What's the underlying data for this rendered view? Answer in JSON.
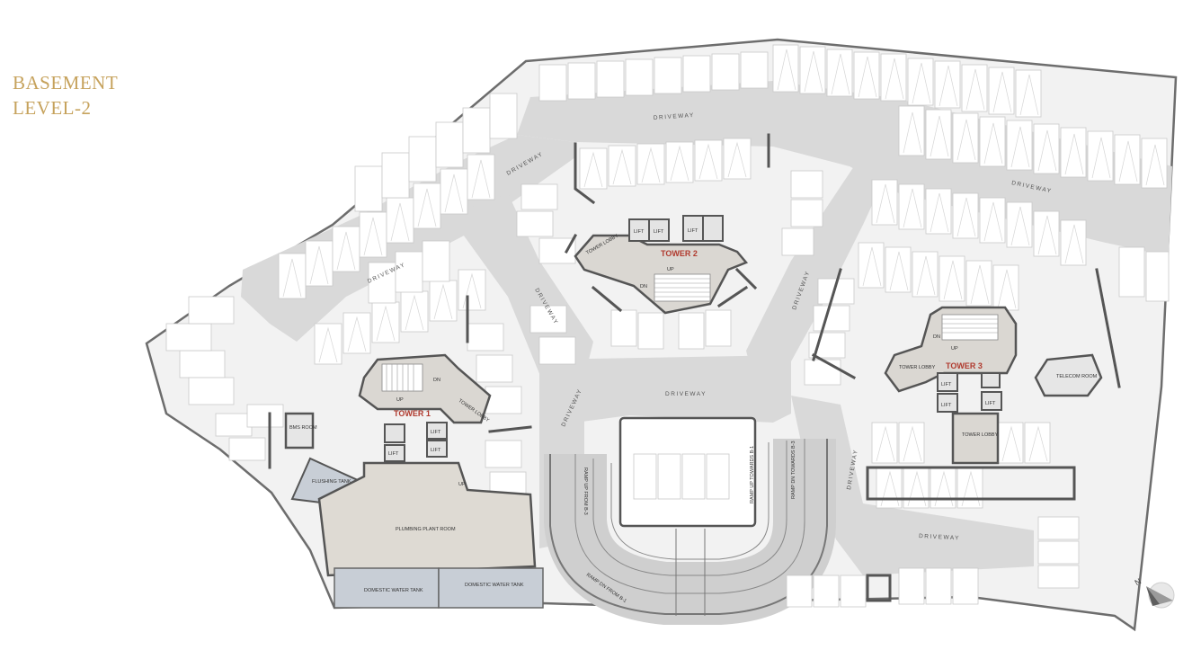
{
  "title": {
    "line1": "BASEMENT",
    "line2": "LEVEL-2"
  },
  "labels": {
    "driveway": "DRIVEWAY",
    "tower1": "TOWER 1",
    "tower2": "TOWER 2",
    "tower3": "TOWER 3",
    "tower_lobby": "TOWER LOBBY",
    "lift": "LIFT",
    "up": "UP",
    "dn": "DN",
    "bms_room": "BMS ROOM",
    "flushing_tank": "FLUSHING TANK",
    "plumbing_plant_room": "PLUMBING PLANT ROOM",
    "domestic_water_tank": "DOMESTIC WATER TANK",
    "telecom_room": "TELECOM ROOM",
    "ramp_up_from_b3": "RAMP UP FROM B-3",
    "ramp_up_towards_b1": "RAMP UP TOWARDS B-1",
    "ramp_dn_towards_b3": "RAMP DN TOWARDS B-3",
    "ramp_dn_from_b1": "RAMP DN FROM B-1",
    "north": "N"
  },
  "colors": {
    "title": "#c6a25c",
    "tower_label": "#b03a2e",
    "road": "#d9d9d9",
    "outline": "#555555",
    "tank": "#c8ced6",
    "plant_room": "#dedad3"
  }
}
